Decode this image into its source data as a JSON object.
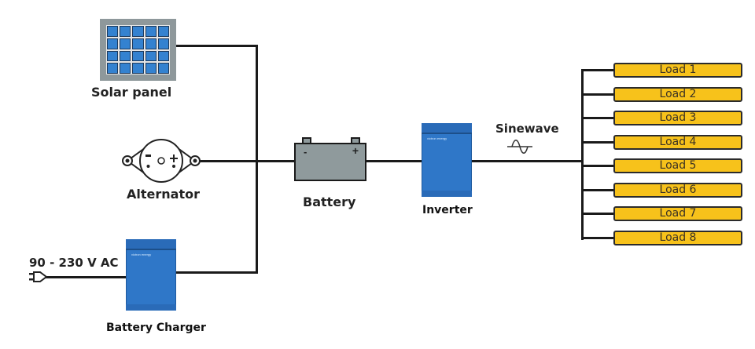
{
  "diagram": {
    "title": "Off-grid power system",
    "components": {
      "solar_panel": {
        "label": "Solar panel"
      },
      "alternator": {
        "label": "Alternator"
      },
      "battery_charger": {
        "label": "Battery Charger",
        "input_label": "90 - 230 V AC"
      },
      "battery": {
        "label": "Battery",
        "neg": "-",
        "pos": "+"
      },
      "inverter": {
        "label": "Inverter"
      },
      "sinewave": {
        "label": "Sinewave"
      }
    },
    "loads": [
      "Load 1",
      "Load 2",
      "Load 3",
      "Load 4",
      "Load 5",
      "Load 6",
      "Load 7",
      "Load 8"
    ],
    "colors": {
      "device_blue": "#2f77c8",
      "load_yellow": "#f7c21b",
      "battery_gray": "#8f9a9c",
      "wire": "#1a1a1a"
    }
  }
}
